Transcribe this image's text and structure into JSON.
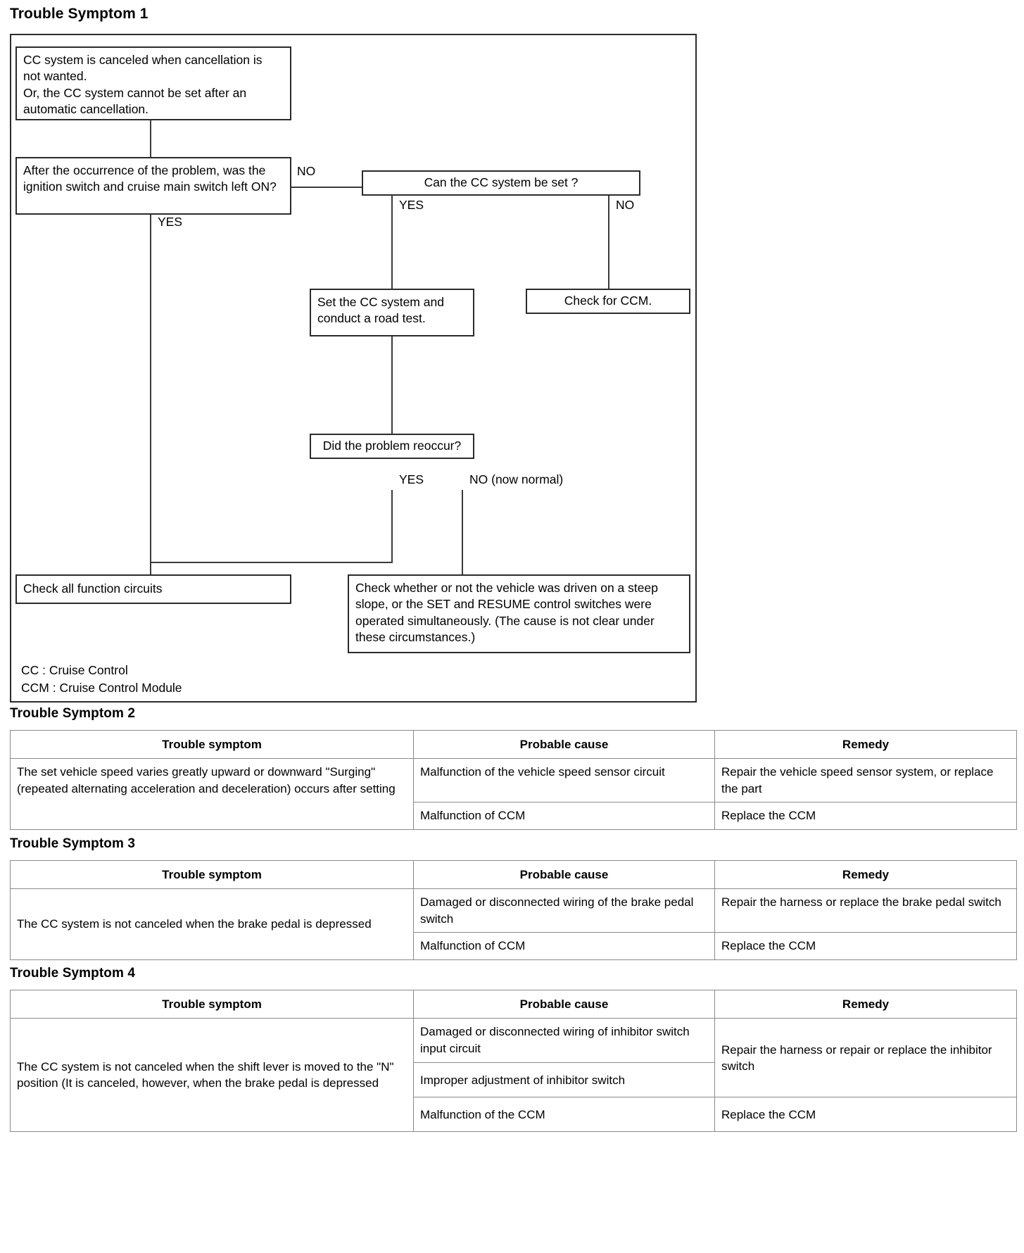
{
  "document": {
    "symptom1_title": "Trouble Symptom 1",
    "symptom2_title": "Trouble Symptom 2",
    "symptom3_title": "Trouble Symptom 3",
    "symptom4_title": "Trouble Symptom 4"
  },
  "flowchart": {
    "nodes": {
      "start": "CC system is canceled when cancellation is not wanted.\nOr, the CC system cannot be set after an automatic cancellation.",
      "start_line1": "CC system is canceled when cancellation is",
      "start_line2": "not wanted.",
      "start_line3": "Or, the CC system cannot be set after an",
      "start_line4": "automatic cancellation.",
      "decision1": "After the occurrence of the problem, was the ignition switch and cruise main switch left ON?",
      "decision2": "Can the CC system be set ?",
      "action_set": "Set the CC system and conduct a road test.",
      "action_ccm": "Check for CCM.",
      "decision3": "Did the problem reoccur?",
      "action_circuits": "Check all function circuits",
      "action_steep": "Check whether or not the vehicle was driven on a steep slope, or the SET and RESUME control switches were operated simultaneously. (The cause is not clear under these circumstances.)"
    },
    "edge_labels": {
      "d1_no": "NO",
      "d1_yes": "YES",
      "d2_yes": "YES",
      "d2_no": "NO",
      "d3_yes": "YES",
      "d3_no": "NO (now normal)"
    },
    "legend": {
      "cc": "CC : Cruise Control",
      "ccm": "CCM : Cruise Control Module"
    }
  },
  "table_headers": {
    "trouble_symptom": "Trouble symptom",
    "probable_cause": "Probable cause",
    "remedy": "Remedy"
  },
  "symptom2": {
    "symptom": "The set vehicle speed varies greatly upward or downward \"Surging\" (repeated alternating acceleration and deceleration) occurs after setting",
    "rows": [
      {
        "cause": "Malfunction of the vehicle speed sensor circuit",
        "remedy": "Repair the vehicle speed sensor system, or replace the part"
      },
      {
        "cause": "Malfunction of CCM",
        "remedy": "Replace the CCM"
      }
    ]
  },
  "symptom3": {
    "symptom": "The CC system is not canceled when the brake pedal is depressed",
    "rows": [
      {
        "cause": "Damaged or disconnected wiring of the brake pedal switch",
        "remedy": "Repair the harness or replace the brake pedal switch"
      },
      {
        "cause": "Malfunction of CCM",
        "remedy": "Replace the CCM"
      }
    ]
  },
  "symptom4": {
    "symptom": "The CC system is not canceled when the shift lever is moved to the \"N\" position (It is canceled, however, when the brake pedal is depressed",
    "rows": [
      {
        "cause": "Damaged or disconnected wiring of inhibitor switch input circuit",
        "remedy": "Repair the harness or repair or replace the inhibitor switch"
      },
      {
        "cause": "Improper adjustment of inhibitor switch",
        "remedy": ""
      },
      {
        "cause": "Malfunction of the CCM",
        "remedy": "Replace the CCM"
      }
    ]
  },
  "colors": {
    "border": "#2b2b2b",
    "table_border": "#8a8a8a",
    "text": "#000000",
    "background": "#ffffff"
  }
}
